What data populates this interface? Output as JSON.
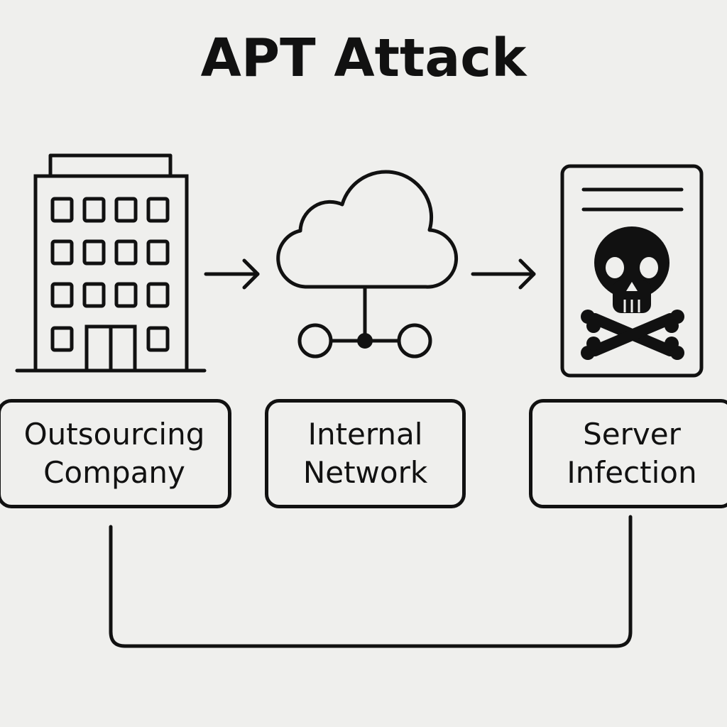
{
  "title": "APT Attack",
  "nodes": {
    "outsourcing": {
      "line1": "Outsourcing",
      "line2": "Company",
      "icon": "office-building-icon"
    },
    "network": {
      "line1": "Internal",
      "line2": "Network",
      "icon": "cloud-network-icon"
    },
    "server": {
      "line1": "Server",
      "line2": "Infection",
      "icon": "skull-crossbones-document-icon"
    }
  },
  "colors": {
    "background": "#efefed",
    "stroke": "#111111"
  }
}
